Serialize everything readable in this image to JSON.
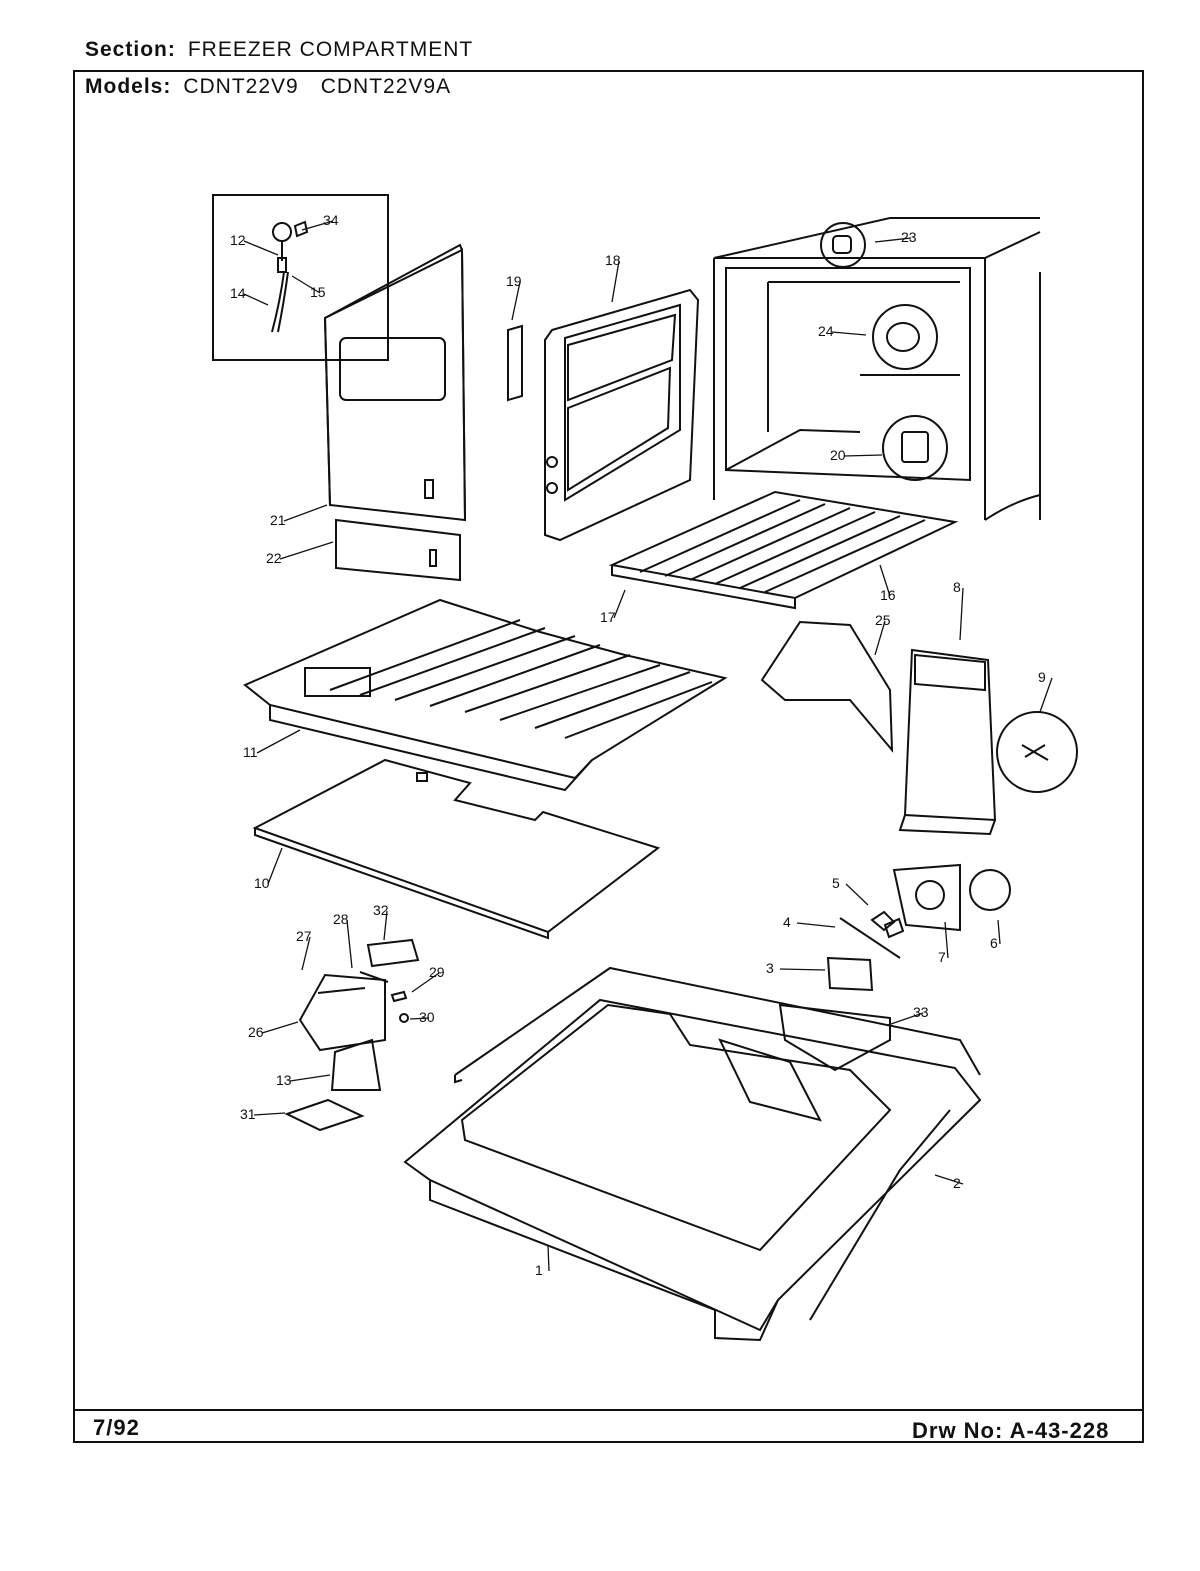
{
  "header": {
    "section_label": "Section:",
    "section_value": "FREEZER COMPARTMENT",
    "models_label": "Models:",
    "model_1": "CDNT22V9",
    "model_2": "CDNT22V9A"
  },
  "footer": {
    "date": "7/92",
    "drawing_number": "Drw No: A-43-228"
  },
  "callouts": [
    "1",
    "2",
    "3",
    "4",
    "5",
    "6",
    "7",
    "8",
    "9",
    "10",
    "11",
    "12",
    "13",
    "14",
    "15",
    "16",
    "17",
    "18",
    "19",
    "20",
    "21",
    "22",
    "23",
    "24",
    "25",
    "26",
    "27",
    "28",
    "29",
    "30",
    "31",
    "32",
    "33",
    "34"
  ]
}
